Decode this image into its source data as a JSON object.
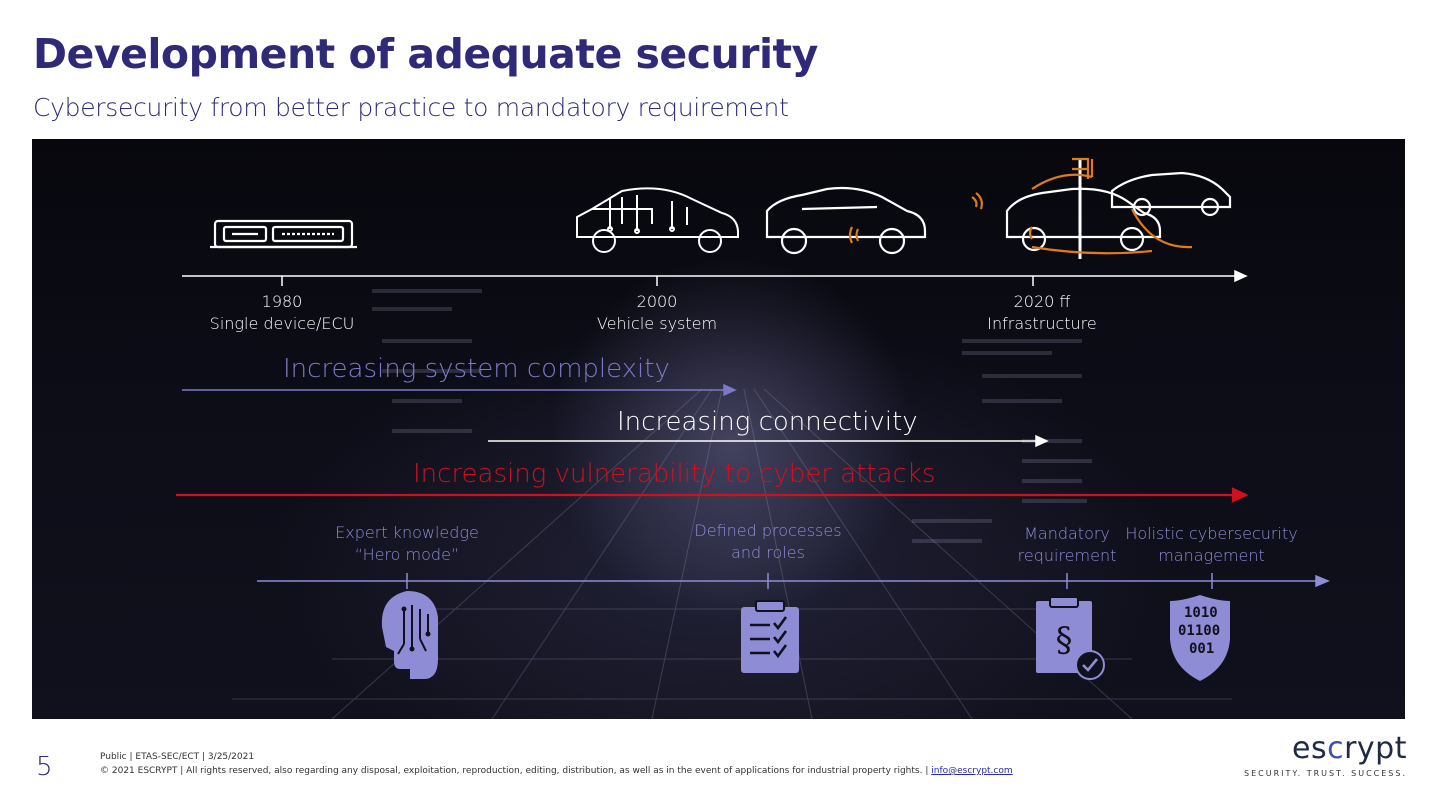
{
  "header": {
    "title": "Development of adequate security",
    "subtitle": "Cybersecurity from better practice to mandatory requirement"
  },
  "timeline": [
    {
      "year": "1980",
      "label": "Single device/ECU"
    },
    {
      "year": "2000",
      "label": "Vehicle system"
    },
    {
      "year": "2020 ff",
      "label": "Infrastructure"
    }
  ],
  "trends": {
    "complexity": "Increasing system complexity",
    "connectivity": "Increasing connectivity",
    "vulnerability": "Increasing vulnerability to cyber attacks"
  },
  "milestones": [
    {
      "label1": "Expert knowledge",
      "label2": "“Hero mode”",
      "icon": "head-circuit-icon"
    },
    {
      "label1": "Defined processes",
      "label2": "and roles",
      "icon": "clipboard-checklist-icon"
    },
    {
      "label1": "Mandatory",
      "label2": "requirement",
      "icon": "legal-document-check-icon"
    },
    {
      "label1": "Holistic cybersecurity",
      "label2": "management",
      "icon": "binary-shield-icon"
    }
  ],
  "shield_binary": [
    "1010",
    "01100",
    "001"
  ],
  "colors": {
    "title": "#2e2a78",
    "complexity": "#7d79c8",
    "connectivity": "#ffffff",
    "vulnerability": "#d0101e",
    "milestone": "#8f8cd6",
    "orange": "#e07a1c"
  },
  "footer": {
    "page_number": "5",
    "classification": "Public | ETAS-SEC/ECT | 3/25/2021",
    "copyright": "© 2021 ESCRYPT | All rights reserved, also regarding any disposal, exploitation, reproduction, editing, distribution, as well as in the event of applications for industrial property rights. |",
    "email": "info@escrypt.com"
  },
  "logo": {
    "word_prefix": "es",
    "word_accent": "c",
    "word_suffix": "rypt",
    "tagline": "SECURITY. TRUST. SUCCESS."
  }
}
